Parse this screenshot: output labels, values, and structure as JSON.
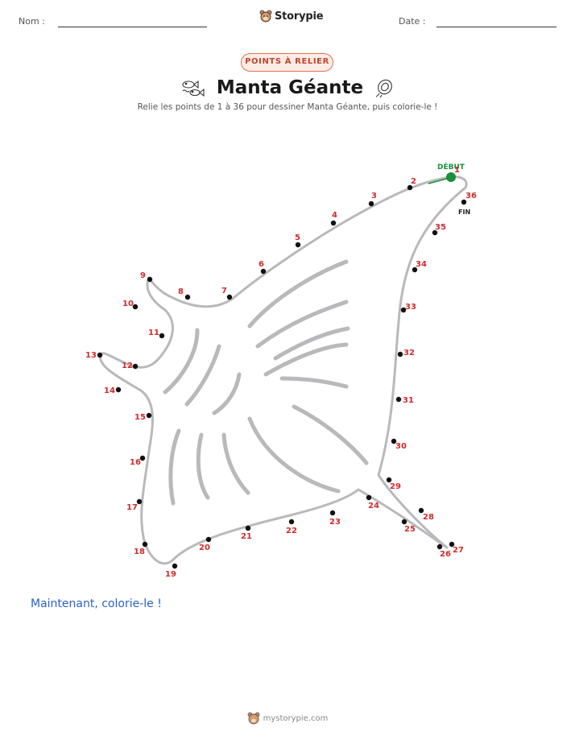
{
  "header": {
    "name_label": "Nom :",
    "date_label": "Date :",
    "brand": "Storypie"
  },
  "badge": "POINTS À RELIER",
  "title": "Manta Géante",
  "subtitle": "Relie les points de 1 à 36 pour dessiner Manta Géante, puis colorie-le !",
  "start_label": "DÉBUT",
  "end_label": "FIN",
  "dots": [
    {
      "n": "1"
    },
    {
      "n": "2"
    },
    {
      "n": "3"
    },
    {
      "n": "4"
    },
    {
      "n": "5"
    },
    {
      "n": "6"
    },
    {
      "n": "7"
    },
    {
      "n": "8"
    },
    {
      "n": "9"
    },
    {
      "n": "10"
    },
    {
      "n": "11"
    },
    {
      "n": "12"
    },
    {
      "n": "13"
    },
    {
      "n": "14"
    },
    {
      "n": "15"
    },
    {
      "n": "16"
    },
    {
      "n": "17"
    },
    {
      "n": "18"
    },
    {
      "n": "19"
    },
    {
      "n": "20"
    },
    {
      "n": "21"
    },
    {
      "n": "22"
    },
    {
      "n": "23"
    },
    {
      "n": "24"
    },
    {
      "n": "25"
    },
    {
      "n": "26"
    },
    {
      "n": "27"
    },
    {
      "n": "28"
    },
    {
      "n": "29"
    },
    {
      "n": "30"
    },
    {
      "n": "31"
    },
    {
      "n": "32"
    },
    {
      "n": "33"
    },
    {
      "n": "34"
    },
    {
      "n": "35"
    },
    {
      "n": "36"
    }
  ],
  "color_note": "Maintenant, colorie-le !",
  "footer": "mystorypie.com",
  "colors": {
    "dot_number": "#d12b2b",
    "start": "#1b8f3a",
    "outline": "#b9b9bc",
    "link": "#2962c9"
  }
}
